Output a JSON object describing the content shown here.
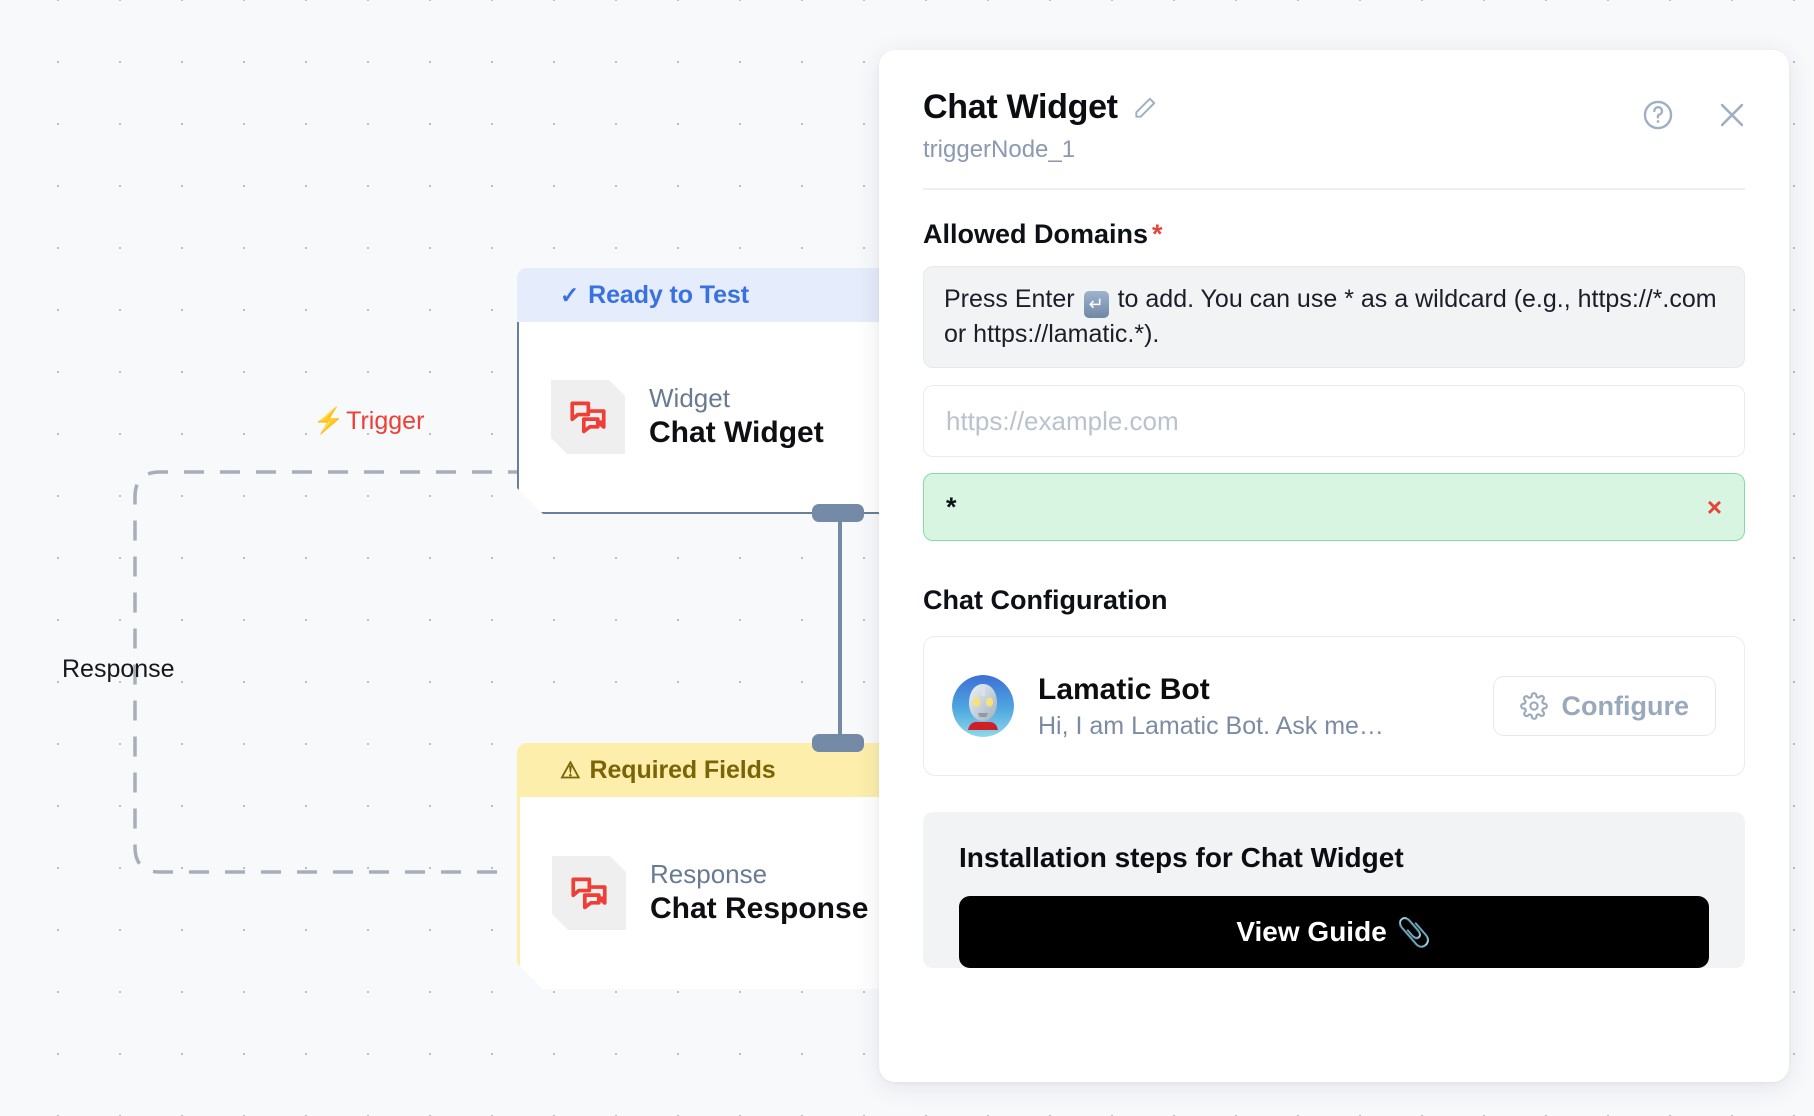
{
  "canvas": {
    "edges": {
      "trigger_label": "Trigger",
      "trigger_icon": "lightning-bolt-icon",
      "response_label": "Response"
    },
    "nodes": [
      {
        "status": "Ready to Test",
        "status_icon": "check-icon",
        "kind": "Widget",
        "title": "Chat Widget",
        "icon": "chat-bubbles-icon"
      },
      {
        "status": "Required Fields",
        "status_icon": "warning-triangle-icon",
        "kind": "Response",
        "title": "Chat Response",
        "icon": "chat-bubbles-icon"
      }
    ]
  },
  "panel": {
    "title": "Chat Widget",
    "edit_icon": "pencil-icon",
    "subtitle": "triggerNode_1",
    "help_icon": "question-circle-icon",
    "close_icon": "close-icon",
    "allowed_domains": {
      "label": "Allowed Domains",
      "required_marker": "*",
      "hint_before": "Press Enter ",
      "hint_key": "↵",
      "hint_after": " to add. You can use * as a wildcard (e.g., https://*.com or https://lamatic.*).",
      "input_placeholder": "https://example.com",
      "input_value": "",
      "tags": [
        {
          "value": "*",
          "remove_label": "×"
        }
      ]
    },
    "chat_configuration": {
      "label": "Chat Configuration",
      "bot": {
        "avatar": "robot-avatar",
        "name": "Lamatic Bot",
        "description": "Hi, I am Lamatic Bot. Ask me…",
        "configure_label": "Configure",
        "configure_icon": "gear-icon"
      }
    },
    "installation": {
      "title": "Installation steps for Chat Widget",
      "guide_label": "View Guide",
      "guide_icon": "paperclip-icon"
    }
  },
  "colors": {
    "accent_red": "#ef3e36",
    "ready_blue": "#3871e0",
    "required_yellow": "#fdeeac",
    "tag_green_bg": "#d8f5e1",
    "tag_green_border": "#85dca3",
    "node_border": "#67809c"
  }
}
